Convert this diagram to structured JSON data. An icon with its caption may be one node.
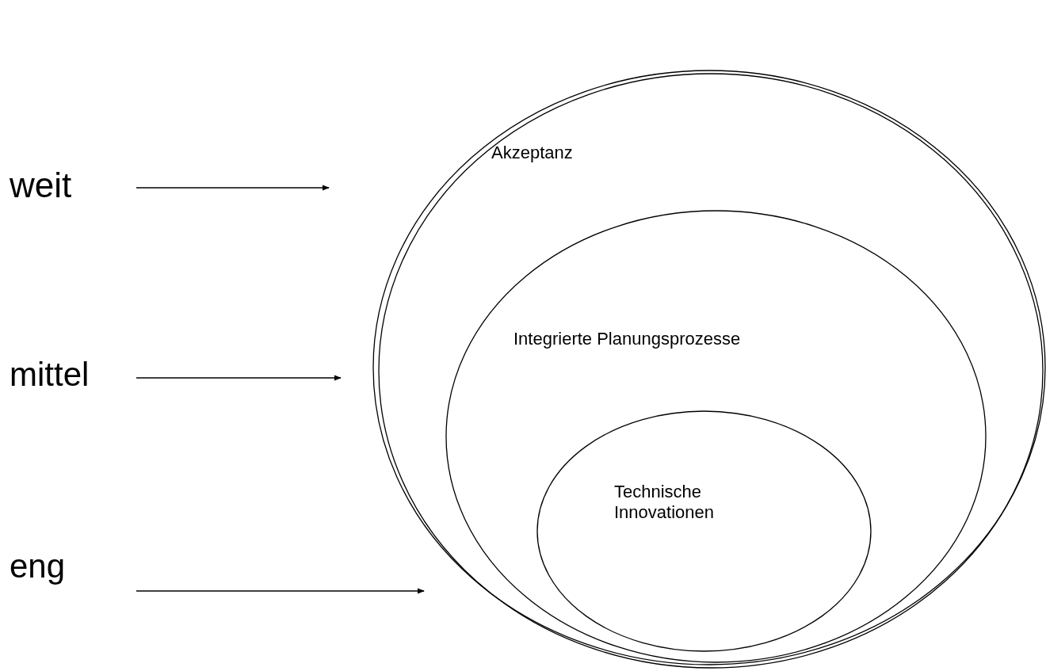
{
  "diagram": {
    "nodes": [
      {
        "text": [
          "weit"
        ]
      },
      {
        "text": [
          "mittel"
        ]
      },
      {
        "text": [
          "eng"
        ]
      },
      {
        "text": [
          "Akzeptanz"
        ]
      },
      {
        "text": [
          "Integrierte Planungsprozesse"
        ],
        "in": 3
      },
      {
        "text": [
          "Technische Innovationen"
        ],
        "in": 4
      }
    ],
    "edges": [
      {
        "from": 0,
        "to": null,
        "arrow": "to"
      },
      {
        "from": 1,
        "to": null,
        "arrow": "to"
      },
      {
        "from": 2,
        "to": null,
        "arrow": "to"
      }
    ]
  }
}
